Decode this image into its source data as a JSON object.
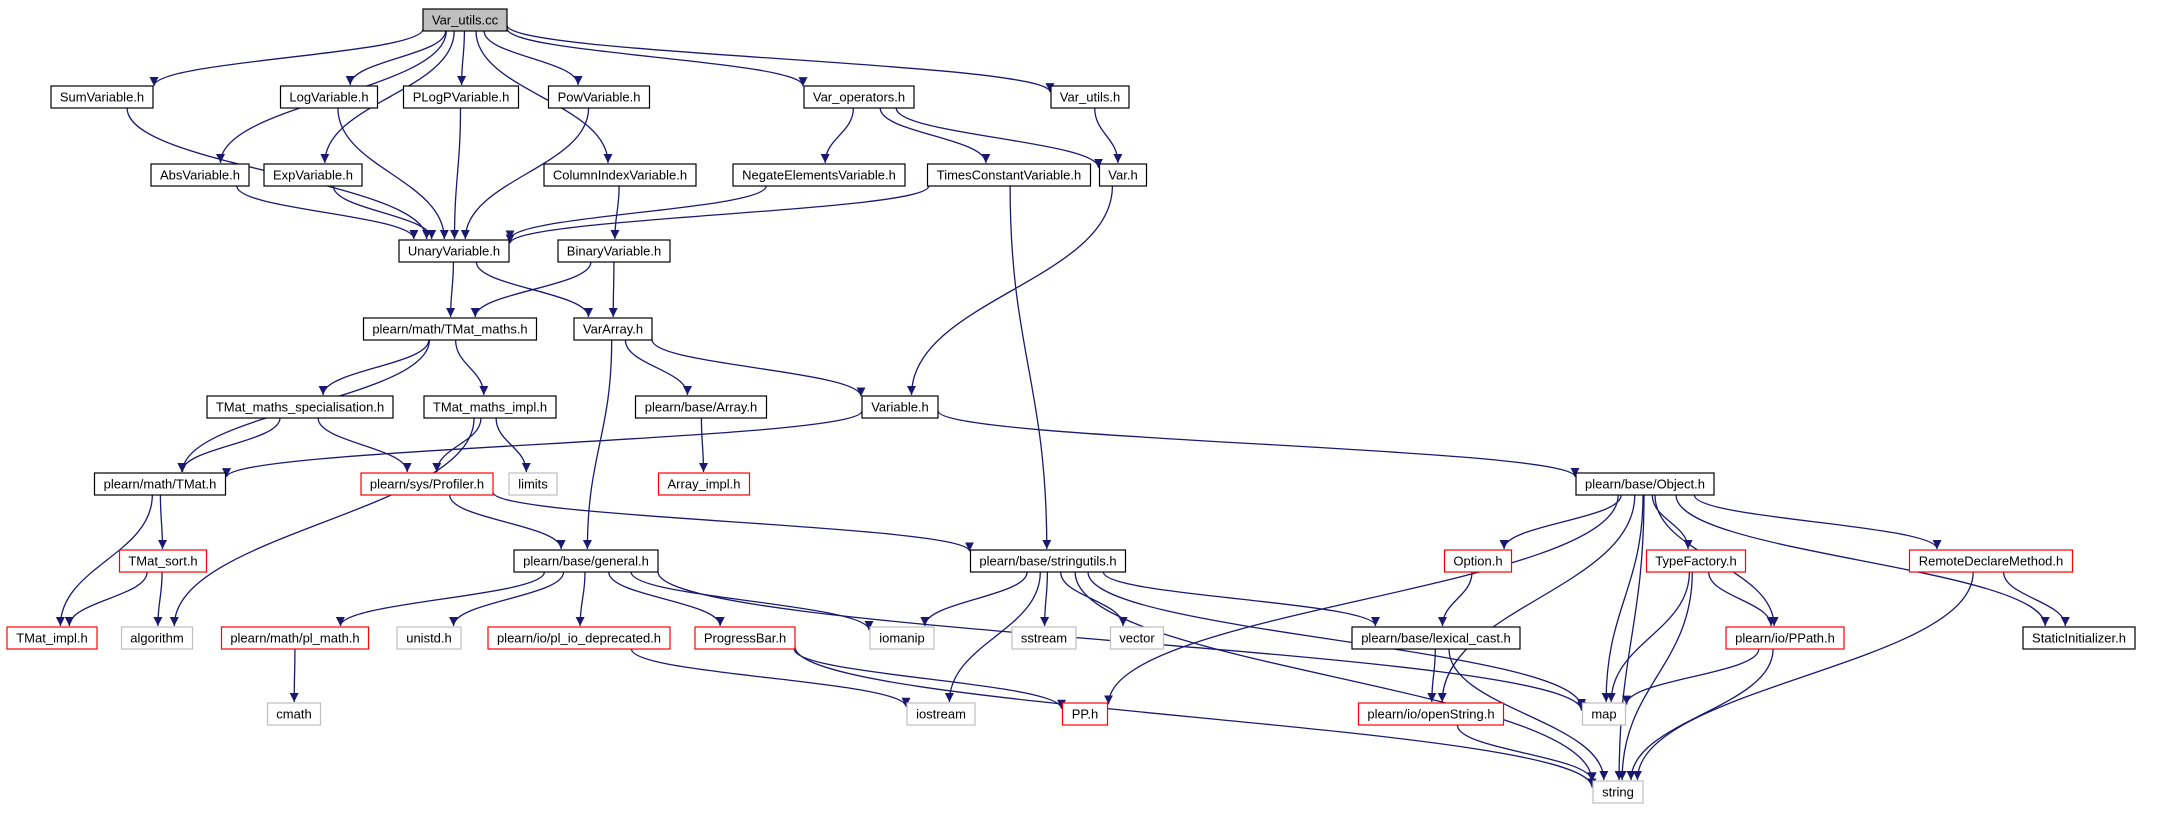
{
  "diagram": {
    "colors": {
      "edge": "#191970",
      "node_border": "#000000",
      "node_red_border": "#ff0000",
      "node_gray_border": "#bfbfbf",
      "root_fill": "#bfbfbf",
      "text": "#000000"
    },
    "nodes": [
      {
        "id": "var_utils_cc",
        "label": "Var_utils.cc",
        "style": "root"
      },
      {
        "id": "sumvariable",
        "label": "SumVariable.h",
        "style": "normal"
      },
      {
        "id": "logvariable",
        "label": "LogVariable.h",
        "style": "normal"
      },
      {
        "id": "plogpvariable",
        "label": "PLogPVariable.h",
        "style": "normal"
      },
      {
        "id": "powvariable",
        "label": "PowVariable.h",
        "style": "normal"
      },
      {
        "id": "var_operators",
        "label": "Var_operators.h",
        "style": "normal"
      },
      {
        "id": "var_utils_h",
        "label": "Var_utils.h",
        "style": "normal"
      },
      {
        "id": "absvariable",
        "label": "AbsVariable.h",
        "style": "normal"
      },
      {
        "id": "expvariable",
        "label": "ExpVariable.h",
        "style": "normal"
      },
      {
        "id": "columnindexvariable",
        "label": "ColumnIndexVariable.h",
        "style": "normal"
      },
      {
        "id": "negateelementsvariable",
        "label": "NegateElementsVariable.h",
        "style": "normal"
      },
      {
        "id": "timesconstantvariable",
        "label": "TimesConstantVariable.h",
        "style": "normal"
      },
      {
        "id": "var_h",
        "label": "Var.h",
        "style": "normal"
      },
      {
        "id": "unaryvariable",
        "label": "UnaryVariable.h",
        "style": "normal"
      },
      {
        "id": "binaryvariable",
        "label": "BinaryVariable.h",
        "style": "normal"
      },
      {
        "id": "tmat_maths",
        "label": "plearn/math/TMat_maths.h",
        "style": "normal"
      },
      {
        "id": "vararray",
        "label": "VarArray.h",
        "style": "normal"
      },
      {
        "id": "tmat_maths_spec",
        "label": "TMat_maths_specialisation.h",
        "style": "normal"
      },
      {
        "id": "tmat_maths_impl",
        "label": "TMat_maths_impl.h",
        "style": "normal"
      },
      {
        "id": "base_array",
        "label": "plearn/base/Array.h",
        "style": "normal"
      },
      {
        "id": "variable_h",
        "label": "Variable.h",
        "style": "normal"
      },
      {
        "id": "tmat_h",
        "label": "plearn/math/TMat.h",
        "style": "normal"
      },
      {
        "id": "profiler",
        "label": "plearn/sys/Profiler.h",
        "style": "red"
      },
      {
        "id": "limits",
        "label": "limits",
        "style": "gray"
      },
      {
        "id": "array_impl",
        "label": "Array_impl.h",
        "style": "red"
      },
      {
        "id": "object_h",
        "label": "plearn/base/Object.h",
        "style": "normal"
      },
      {
        "id": "tmat_sort",
        "label": "TMat_sort.h",
        "style": "red"
      },
      {
        "id": "general_h",
        "label": "plearn/base/general.h",
        "style": "normal"
      },
      {
        "id": "stringutils",
        "label": "plearn/base/stringutils.h",
        "style": "normal"
      },
      {
        "id": "option_h",
        "label": "Option.h",
        "style": "red"
      },
      {
        "id": "typefactory",
        "label": "TypeFactory.h",
        "style": "red"
      },
      {
        "id": "remotedeclare",
        "label": "RemoteDeclareMethod.h",
        "style": "red"
      },
      {
        "id": "tmat_impl",
        "label": "TMat_impl.h",
        "style": "red"
      },
      {
        "id": "algorithm",
        "label": "algorithm",
        "style": "gray"
      },
      {
        "id": "pl_math",
        "label": "plearn/math/pl_math.h",
        "style": "red"
      },
      {
        "id": "unistd",
        "label": "unistd.h",
        "style": "gray"
      },
      {
        "id": "pl_io_deprecated",
        "label": "plearn/io/pl_io_deprecated.h",
        "style": "red"
      },
      {
        "id": "progressbar",
        "label": "ProgressBar.h",
        "style": "red"
      },
      {
        "id": "iomanip",
        "label": "iomanip",
        "style": "gray"
      },
      {
        "id": "sstream",
        "label": "sstream",
        "style": "gray"
      },
      {
        "id": "vector",
        "label": "vector",
        "style": "gray"
      },
      {
        "id": "lexical_cast",
        "label": "plearn/base/lexical_cast.h",
        "style": "normal"
      },
      {
        "id": "ppath",
        "label": "plearn/io/PPath.h",
        "style": "red"
      },
      {
        "id": "staticinit",
        "label": "StaticInitializer.h",
        "style": "normal"
      },
      {
        "id": "cmath",
        "label": "cmath",
        "style": "gray"
      },
      {
        "id": "iostream",
        "label": "iostream",
        "style": "gray"
      },
      {
        "id": "pp_h",
        "label": "PP.h",
        "style": "red"
      },
      {
        "id": "openstring",
        "label": "plearn/io/openString.h",
        "style": "red"
      },
      {
        "id": "map",
        "label": "map",
        "style": "gray"
      },
      {
        "id": "string",
        "label": "string",
        "style": "gray"
      }
    ],
    "edges": [
      [
        "var_utils_cc",
        "sumvariable"
      ],
      [
        "var_utils_cc",
        "absvariable"
      ],
      [
        "var_utils_cc",
        "expvariable"
      ],
      [
        "var_utils_cc",
        "logvariable"
      ],
      [
        "var_utils_cc",
        "plogpvariable"
      ],
      [
        "var_utils_cc",
        "powvariable"
      ],
      [
        "var_utils_cc",
        "columnindexvariable"
      ],
      [
        "var_utils_cc",
        "var_operators"
      ],
      [
        "var_utils_cc",
        "var_utils_h"
      ],
      [
        "sumvariable",
        "unaryvariable"
      ],
      [
        "absvariable",
        "unaryvariable"
      ],
      [
        "expvariable",
        "unaryvariable"
      ],
      [
        "logvariable",
        "unaryvariable"
      ],
      [
        "plogpvariable",
        "unaryvariable"
      ],
      [
        "powvariable",
        "unaryvariable"
      ],
      [
        "columnindexvariable",
        "binaryvariable"
      ],
      [
        "var_operators",
        "negateelementsvariable"
      ],
      [
        "var_operators",
        "timesconstantvariable"
      ],
      [
        "var_operators",
        "var_h"
      ],
      [
        "var_utils_h",
        "var_h"
      ],
      [
        "negateelementsvariable",
        "unaryvariable"
      ],
      [
        "timesconstantvariable",
        "unaryvariable"
      ],
      [
        "timesconstantvariable",
        "stringutils"
      ],
      [
        "var_h",
        "variable_h"
      ],
      [
        "unaryvariable",
        "tmat_maths"
      ],
      [
        "unaryvariable",
        "vararray"
      ],
      [
        "binaryvariable",
        "tmat_maths"
      ],
      [
        "binaryvariable",
        "vararray"
      ],
      [
        "tmat_maths",
        "tmat_h"
      ],
      [
        "tmat_maths",
        "tmat_maths_spec"
      ],
      [
        "tmat_maths",
        "tmat_maths_impl"
      ],
      [
        "vararray",
        "base_array"
      ],
      [
        "vararray",
        "variable_h"
      ],
      [
        "vararray",
        "general_h"
      ],
      [
        "tmat_maths_spec",
        "tmat_h"
      ],
      [
        "tmat_maths_spec",
        "profiler"
      ],
      [
        "tmat_maths_impl",
        "profiler"
      ],
      [
        "tmat_maths_impl",
        "limits"
      ],
      [
        "tmat_maths_impl",
        "algorithm"
      ],
      [
        "base_array",
        "array_impl"
      ],
      [
        "variable_h",
        "tmat_h"
      ],
      [
        "variable_h",
        "object_h"
      ],
      [
        "tmat_h",
        "tmat_sort"
      ],
      [
        "tmat_h",
        "tmat_impl"
      ],
      [
        "tmat_sort",
        "tmat_impl"
      ],
      [
        "tmat_sort",
        "algorithm"
      ],
      [
        "profiler",
        "general_h"
      ],
      [
        "profiler",
        "stringutils"
      ],
      [
        "general_h",
        "pl_math"
      ],
      [
        "general_h",
        "unistd"
      ],
      [
        "general_h",
        "pl_io_deprecated"
      ],
      [
        "general_h",
        "progressbar"
      ],
      [
        "general_h",
        "iomanip"
      ],
      [
        "general_h",
        "map"
      ],
      [
        "pl_math",
        "cmath"
      ],
      [
        "pl_io_deprecated",
        "iostream"
      ],
      [
        "progressbar",
        "pp_h"
      ],
      [
        "progressbar",
        "string"
      ],
      [
        "stringutils",
        "iomanip"
      ],
      [
        "stringutils",
        "iostream"
      ],
      [
        "stringutils",
        "sstream"
      ],
      [
        "stringutils",
        "vector"
      ],
      [
        "stringutils",
        "lexical_cast"
      ],
      [
        "stringutils",
        "map"
      ],
      [
        "stringutils",
        "string"
      ],
      [
        "object_h",
        "pp_h"
      ],
      [
        "object_h",
        "openstring"
      ],
      [
        "object_h",
        "option_h"
      ],
      [
        "object_h",
        "map"
      ],
      [
        "object_h",
        "typefactory"
      ],
      [
        "object_h",
        "ppath"
      ],
      [
        "object_h",
        "string"
      ],
      [
        "object_h",
        "remotedeclare"
      ],
      [
        "object_h",
        "staticinit"
      ],
      [
        "option_h",
        "lexical_cast"
      ],
      [
        "lexical_cast",
        "openstring"
      ],
      [
        "lexical_cast",
        "string"
      ],
      [
        "typefactory",
        "ppath"
      ],
      [
        "typefactory",
        "map"
      ],
      [
        "typefactory",
        "string"
      ],
      [
        "ppath",
        "map"
      ],
      [
        "ppath",
        "string"
      ],
      [
        "openstring",
        "string"
      ],
      [
        "remotedeclare",
        "staticinit"
      ],
      [
        "remotedeclare",
        "string"
      ]
    ]
  }
}
